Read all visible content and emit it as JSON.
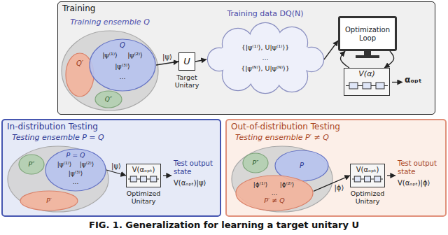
{
  "diagram": {
    "caption": "FIG. 1. Generalization for learning a target unitary U",
    "nodes": [
      {
        "text": [
          "Training"
        ]
      },
      {
        "text": [
          "Training ensemble Q"
        ],
        "in": 0
      },
      {
        "text": [
          "Q′"
        ],
        "in": 1
      },
      {
        "text": [
          "Q″"
        ],
        "in": 1
      },
      {
        "text": [
          "Q",
          "|ψ⁽¹⁾⟩",
          "|ψ⁽²⁾⟩",
          "|ψ⁽³⁾⟩",
          "..."
        ],
        "in": 1
      },
      {
        "text": [
          "U",
          "Target Unitary"
        ],
        "in": 0
      },
      {
        "text": [
          "Training data DQ(N)",
          "{|ψ⁽¹⁾⟩, U|ψ⁽¹⁾⟩}",
          "...",
          "{|ψ⁽ᴺ⁾⟩, U|ψ⁽ᴺ⁾⟩}"
        ],
        "in": 0
      },
      {
        "text": [
          "Optimization Loop"
        ],
        "in": 0
      },
      {
        "text": [
          "V(α)"
        ],
        "in": 0
      },
      {
        "text": [
          "In-distribution Testing"
        ]
      },
      {
        "text": [
          "Testing ensemble P = Q"
        ],
        "in": 9
      },
      {
        "text": [
          "P″"
        ],
        "in": 10
      },
      {
        "text": [
          "P = Q",
          "|ψ⁽¹⁾⟩",
          "|ψ⁽²⁾⟩",
          "|ψ⁽³⁾⟩",
          "..."
        ],
        "in": 10
      },
      {
        "text": [
          "P′"
        ],
        "in": 10
      },
      {
        "text": [
          "V(αₒₚₜ)",
          "Optimized Unitary"
        ],
        "in": 9
      },
      {
        "text": [
          "Out-of-distribution Testing"
        ]
      },
      {
        "text": [
          "Testing ensemble P′ ≠ Q"
        ],
        "in": 15
      },
      {
        "text": [
          "P″"
        ],
        "in": 16
      },
      {
        "text": [
          "P"
        ],
        "in": 16
      },
      {
        "text": [
          "|ϕ⁽¹⁾⟩",
          "|ϕ⁽²⁾⟩",
          "...",
          "P′ ≠ Q"
        ],
        "in": 16
      },
      {
        "text": [
          "V(αₒₚₜ)",
          "Optimized Unitary"
        ],
        "in": 15
      }
    ],
    "edges": [
      {
        "from": 4,
        "to": 5,
        "arrow": "to",
        "label": "|ψ⟩"
      },
      {
        "from": 5,
        "to": 6,
        "arrow": "to"
      },
      {
        "from": 6,
        "to": 7,
        "arrow": "to"
      },
      {
        "from": 7,
        "to": 8,
        "arrow": "to"
      },
      {
        "from": 8,
        "to": 7,
        "arrow": "to"
      },
      {
        "from": 12,
        "to": 14,
        "arrow": "to",
        "label": "|ψ⟩"
      },
      {
        "from": 19,
        "to": 20,
        "arrow": "to",
        "label": "|ϕ⟩"
      }
    ],
    "labels": [
      "αₒₚₜ",
      "Test output state",
      "V(αₒₚₜ)|ψ⟩",
      "Test output state",
      "V(αₒₚₜ)|ϕ⟩"
    ]
  }
}
